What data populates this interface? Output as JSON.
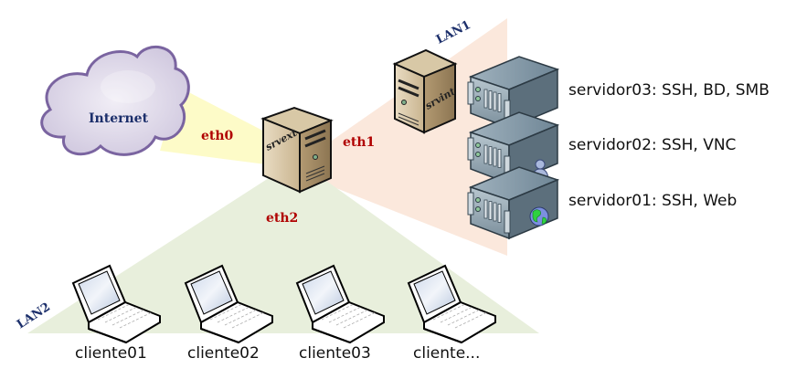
{
  "network": {
    "internet_label": "Internet",
    "router": {
      "name": "srvext",
      "interfaces": {
        "eth0": "eth0",
        "eth1": "eth1",
        "eth2": "eth2"
      }
    },
    "lan1": {
      "label": "LAN1",
      "gateway": "srvint",
      "servers": [
        {
          "label": "servidor03: SSH, BD, SMB",
          "badge": "none"
        },
        {
          "label": "servidor02: SSH, VNC",
          "badge": "user-icon"
        },
        {
          "label": "servidor01: SSH, Web",
          "badge": "globe-icon"
        }
      ]
    },
    "lan2": {
      "label": "LAN2",
      "clients": [
        "cliente01",
        "cliente02",
        "cliente03",
        "cliente..."
      ]
    }
  },
  "colors": {
    "eth0_zone": "#fdfbc8",
    "lan1_zone": "#fbe8dc",
    "lan2_zone": "#e8efdc",
    "interface_text": "#b00000",
    "lan_text": "#1c2f6b"
  }
}
